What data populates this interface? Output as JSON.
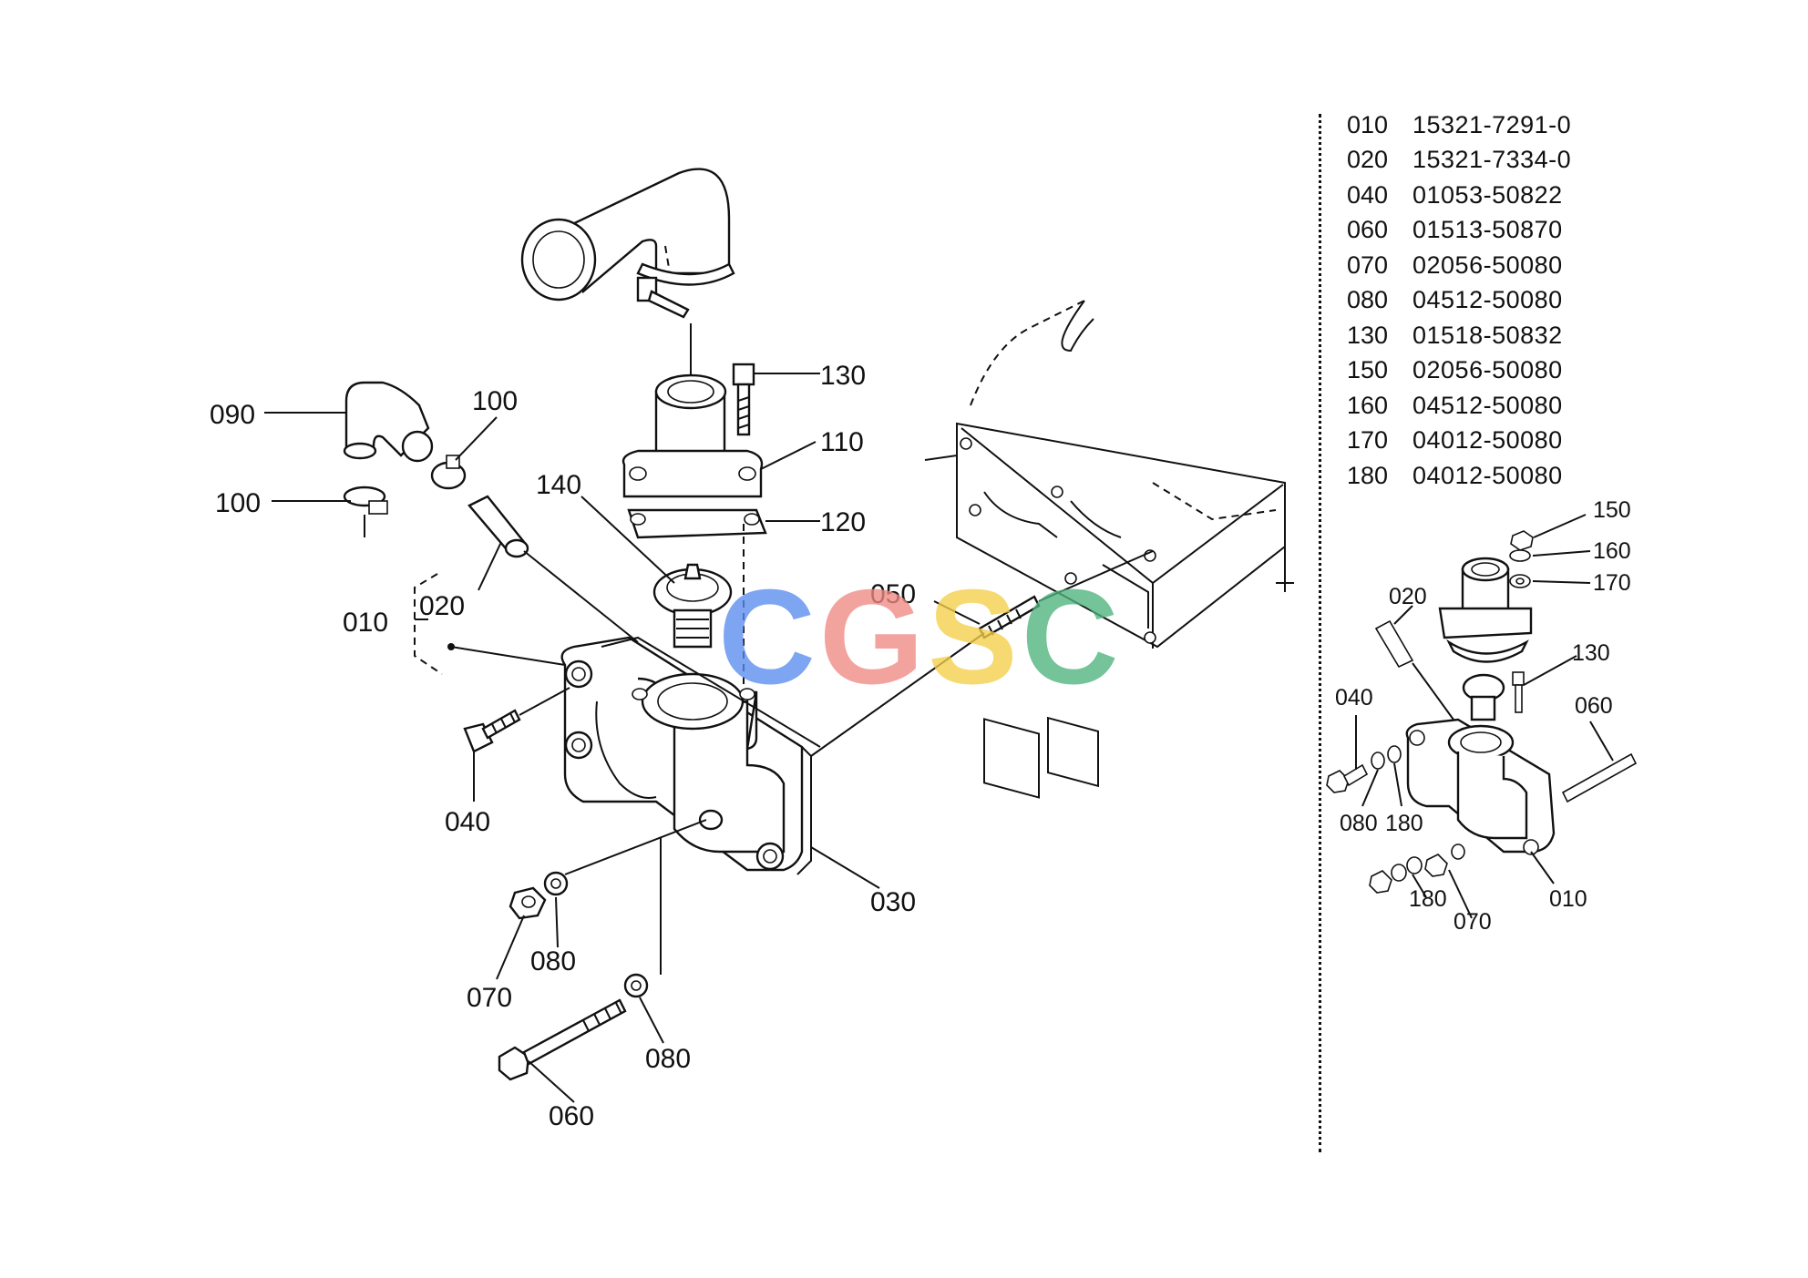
{
  "parts_list": [
    {
      "no": "010",
      "code": "15321-7291-0"
    },
    {
      "no": "020",
      "code": "15321-7334-0"
    },
    {
      "no": "040",
      "code": "01053-50822"
    },
    {
      "no": "060",
      "code": "01513-50870"
    },
    {
      "no": "070",
      "code": "02056-50080"
    },
    {
      "no": "080",
      "code": "04512-50080"
    },
    {
      "no": "130",
      "code": "01518-50832"
    },
    {
      "no": "150",
      "code": "02056-50080"
    },
    {
      "no": "160",
      "code": "04512-50080"
    },
    {
      "no": "170",
      "code": "04012-50080"
    },
    {
      "no": "180",
      "code": "04012-50080"
    }
  ],
  "main_callouts": {
    "c090": "090",
    "c100a": "100",
    "c100b": "100",
    "c010": "010",
    "c020": "020",
    "c140": "140",
    "c130": "130",
    "c110": "110",
    "c120": "120",
    "c050": "050",
    "c040": "040",
    "c030": "030",
    "c070": "070",
    "c080a": "080",
    "c080b": "080",
    "c060": "060"
  },
  "inset_callouts": {
    "c150": "150",
    "c160": "160",
    "c170": "170",
    "c020": "020",
    "c130": "130",
    "c040": "040",
    "c060": "060",
    "c080": "080",
    "c180a": "180",
    "c180b": "180",
    "c070": "070",
    "c010": "010"
  },
  "watermark": {
    "letters": [
      "C",
      "G",
      "S",
      "C"
    ],
    "colors": [
      "#5b8def",
      "#f08a84",
      "#f5cf4a",
      "#4fb37c"
    ]
  }
}
